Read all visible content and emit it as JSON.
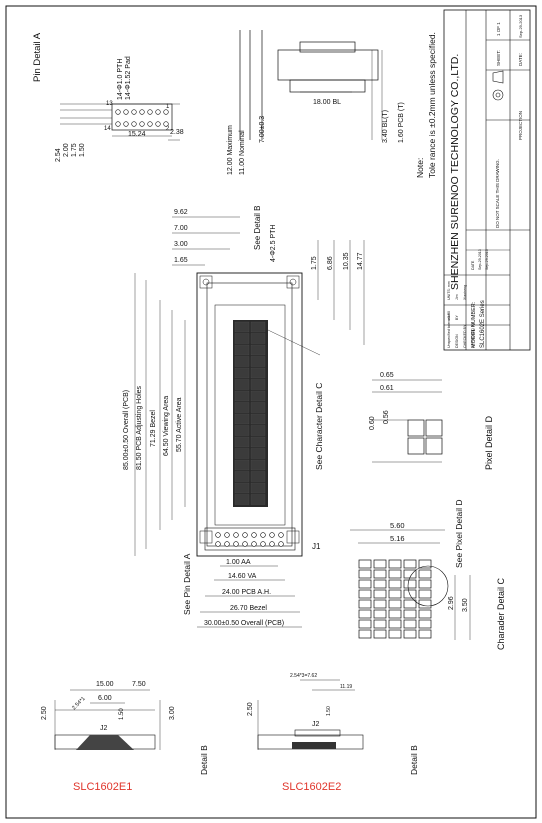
{
  "sheet": {
    "title_block": {
      "company": "SHENZHEN SURENOO TECHNOLOGY CO.,LTD.",
      "model_label": "MODEL NUMBER:",
      "model_value": "SLC1602E Series",
      "scale_note": "DO NOT SCALE THIS DRAWING.",
      "projection": "PROJECTION",
      "sheet_label": "SHEET:",
      "sheet_value": "1 OF 1",
      "date_label": "DATE:",
      "date_value": "Sep-29-2013",
      "rows": [
        {
          "col1": "Unspecified tolerance",
          "col2": "±0.50",
          "col3": "UNITS: mm",
          "col4": "DATE"
        },
        {
          "col1": "DESIGN",
          "col2": "BY",
          "col3": "Jim",
          "col4": "Sep-29-2013"
        },
        {
          "col1": "CHECKED BY",
          "col2": "",
          "col3": "Xiaoheng",
          "col4": "Sep-29-2013"
        },
        {
          "col1": "APPROVED BY",
          "col2": "",
          "col3": "",
          "col4": ""
        }
      ]
    },
    "note_line1": "Note:",
    "note_line2": "Tole rance is ±0.2mm unless specified.",
    "pin_detail_title": "Pin Detail A",
    "pin_dims": [
      "2.54",
      "2.00",
      "1.75",
      "1.50",
      "15.24",
      "2.38",
      "14-Φ1.0 PTH",
      "14-Φ1.52 Pad",
      "14",
      "13",
      "2",
      "1"
    ],
    "side_dims": [
      "12.00 Maximum",
      "11.00 Nominal",
      "7.00±0.3",
      "18.00 BL",
      "3.40 BL(T)",
      "1.60 PCB (T)"
    ],
    "main_dims_top": [
      "9.62",
      "7.00",
      "3.00",
      "1.65"
    ],
    "main_dims_right": [
      "1.75",
      "6.86",
      "10.35",
      "14.77"
    ],
    "hole_label": "4-Φ2.5 PTH",
    "see_detail_b": "See Detail B",
    "see_char_c": "See Character Detail C",
    "vert_dims": [
      "85.00±0.50 Overall (PCB)",
      "81.50 PCB Adjusting Holes",
      "71.29 Bezel",
      "64.50 Viewing Area",
      "55.70 Active Area"
    ],
    "bottom_dims": [
      "1.00 AA",
      "14.60 VA",
      "24.00 PCB A.H.",
      "26.70 Bezel",
      "30.00±0.50 Overall (PCB)"
    ],
    "connector_label": "J1",
    "see_pin_a": "See Pin Detail A",
    "pixel_detail_title": "Pixel Detail D",
    "pixel_dims": [
      "0.65",
      "0.61",
      "0.60",
      "0.56"
    ],
    "char_detail_title": "Charader Detail C",
    "char_dims": [
      "5.60",
      "5.16",
      "2.96",
      "3.50"
    ],
    "see_pixel_d": "See Pixel Detail D",
    "e1": {
      "dims": [
        "15.00",
        "7.50",
        "6.00",
        "1.50",
        "2.50",
        "3.00",
        "2.54*1"
      ],
      "label_j2": "J2",
      "title": "Detail B",
      "name": "SLC1602E1"
    },
    "e2": {
      "dims": [
        "2.54*3=7.62",
        "11.19",
        "1.50",
        "2.50"
      ],
      "label_j2": "J2",
      "title": "Detail B",
      "name": "SLC1602E2"
    },
    "colors": {
      "line": "#111111",
      "red": "#e0352b",
      "lcd": "#2a2a2a"
    }
  }
}
